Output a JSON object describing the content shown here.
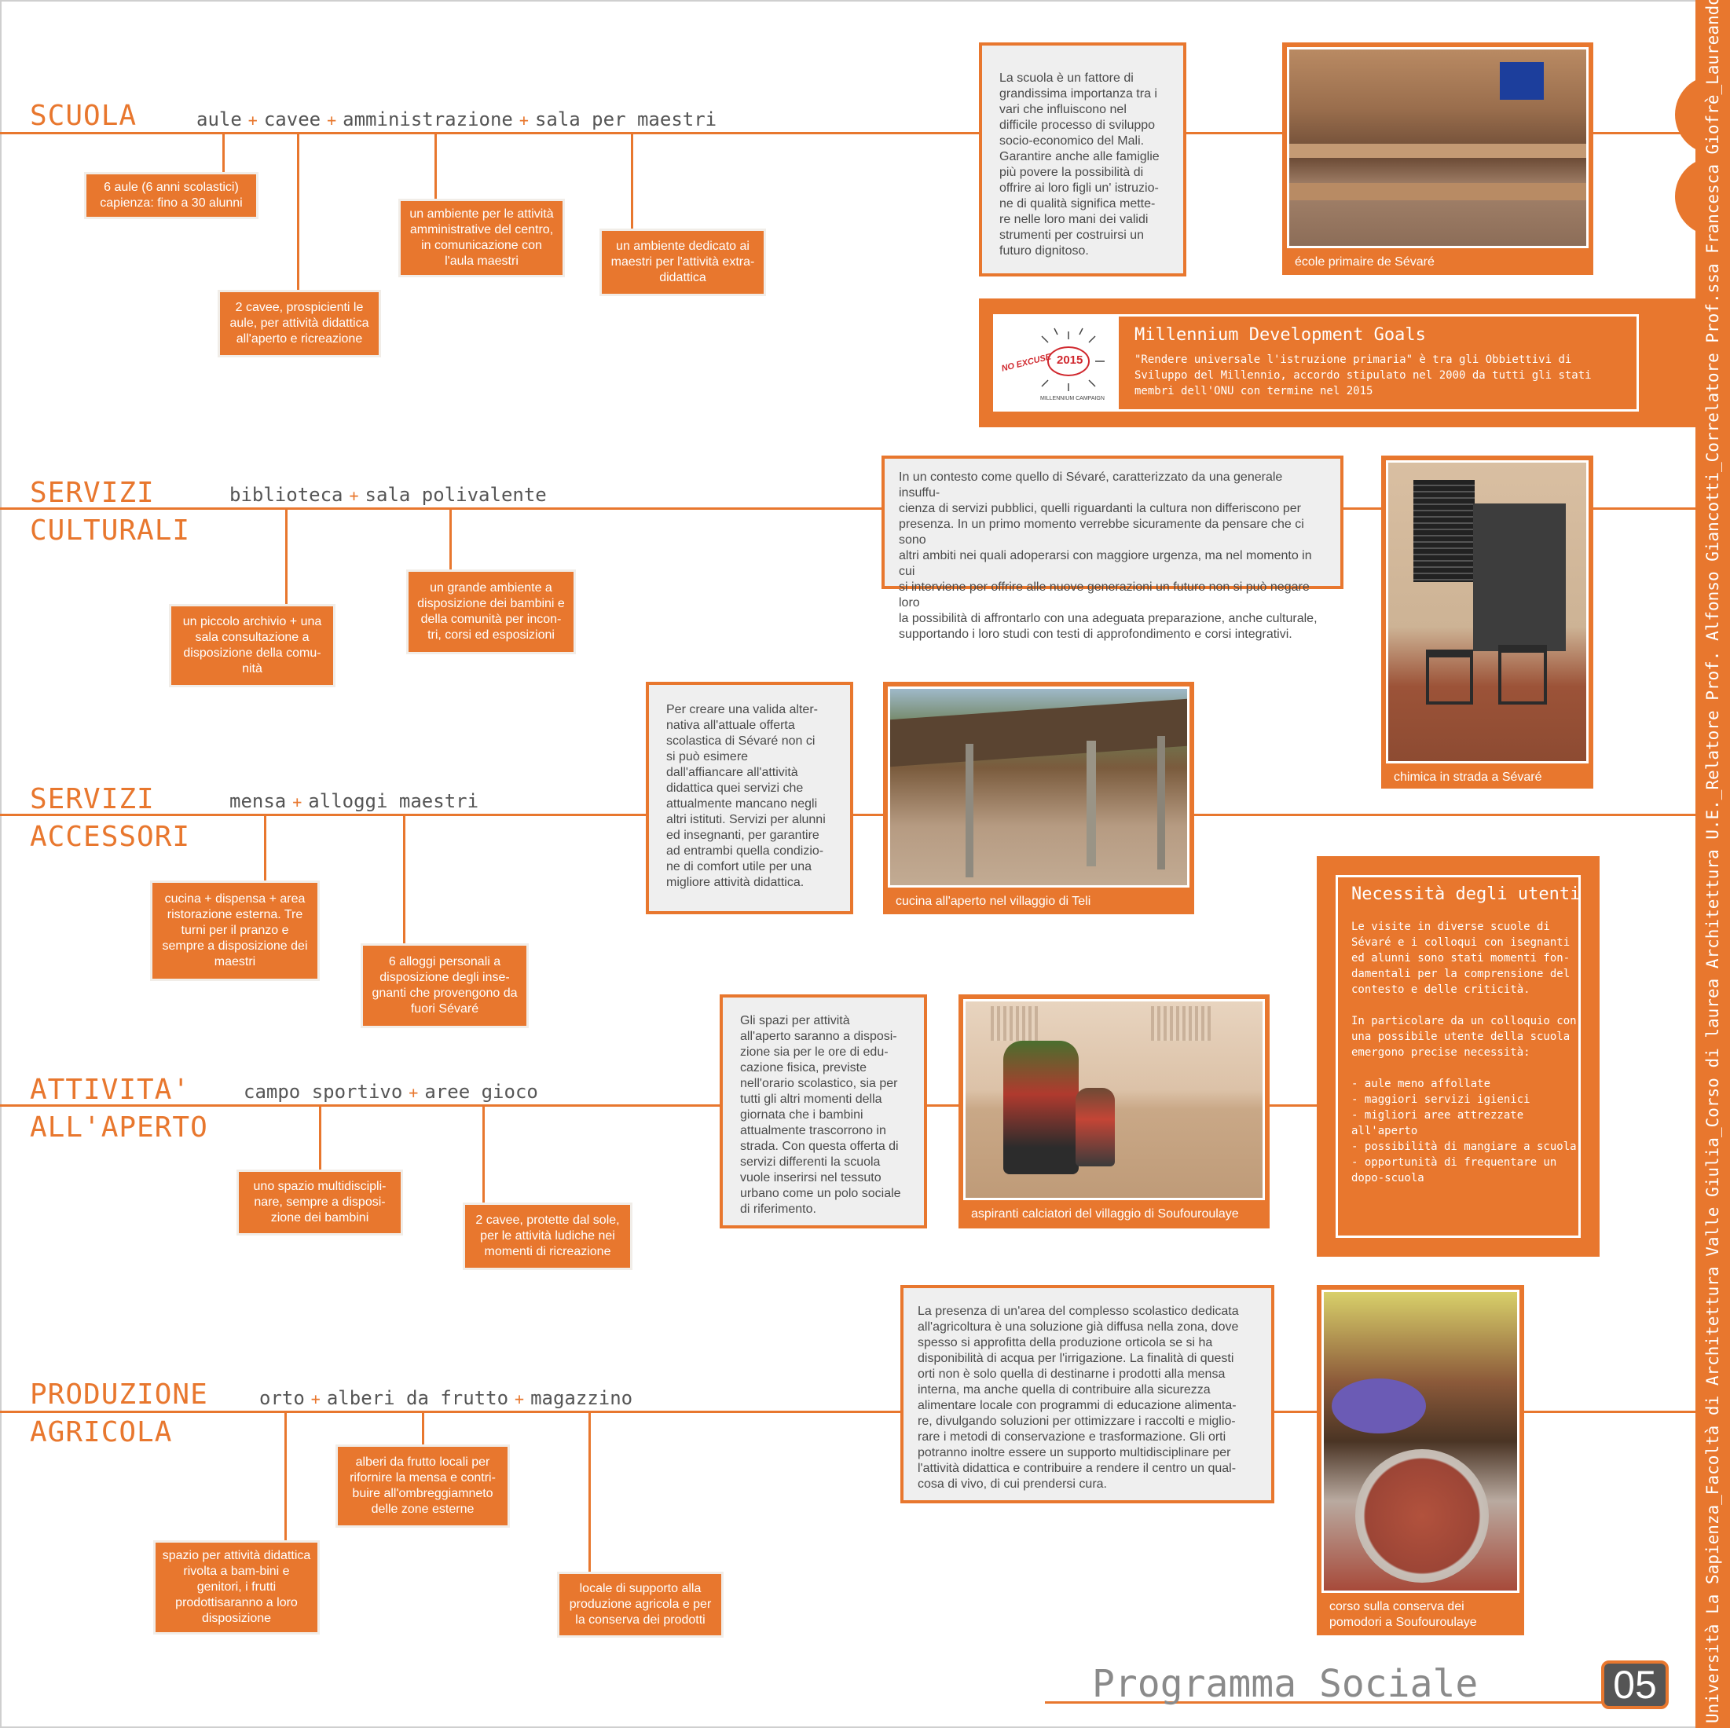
{
  "sidebar": {
    "credits": "Università La Sapienza_Facoltà di Architettura Valle Giulia_Corso di laurea Architettura U.E._Relatore Prof. Alfonso Giancotti_Correlatore Prof.ssa Francesca Giofrè_Laureando Riccardo Bernaschi"
  },
  "footer": {
    "title": "Programma Sociale",
    "page_number": "05"
  },
  "sections": {
    "scuola": {
      "title": "SCUOLA",
      "elements": [
        "aule",
        "cavee",
        "amministrazione",
        "sala per maestri"
      ],
      "notes": [
        "6 aule (6 anni scolastici)\ncapienza: fino a 30 alunni",
        "2 cavee, prospicienti le aule, per attività didattica all'aperto e ricreazione",
        "un ambiente per le attività amministrative del centro, in comunicazione con l'aula maestri",
        "un ambiente dedicato ai maestri per l'attività extra-didattica"
      ],
      "text": "La scuola è un fattore di\ngrandissima importanza tra i\nvari che influiscono nel\ndifficile processo di sviluppo\nsocio-economico del Mali.\nGarantire anche alle famiglie\npiù povere la possibilità di\noffrire ai loro figli un' istruzio-\nne di qualità significa mette-\nre nelle loro mani dei validi\nstrumenti per costruirsi un\nfuturo dignitoso.",
      "photo_caption": "école primaire de Sévaré"
    },
    "mdg": {
      "title": "Millennium Development Goals",
      "text": "\"Rendere universale l'istruzione primaria\" è tra gli Obbiettivi di Sviluppo del Millennio, accordo stipulato nel 2000 da tutti gli stati membri dell'ONU con termine nel 2015",
      "logo_main": "NO EXCUSE",
      "logo_year": "2015",
      "logo_sub": "MILLENNIUM CAMPAIGN"
    },
    "culturali": {
      "title": "SERVIZI\nCULTURALI",
      "elements": [
        "biblioteca",
        "sala polivalente"
      ],
      "notes": [
        "un piccolo archivio + una sala consultazione a disposizione della comu-nità",
        "un grande ambiente a disposizione dei bambini e della comunità per incon-tri, corsi ed esposizioni"
      ],
      "text": "In un contesto come quello di Sévaré, caratterizzato da una generale insuffu-\ncienza di servizi pubblici, quelli riguardanti la cultura non differiscono per\npresenza. In un primo momento verrebbe sicuramente da pensare che ci sono\naltri ambiti nei quali adoperarsi con maggiore urgenza, ma nel momento in cui\nsi interviene per offrire alle nuove generazioni un futuro non si può negare loro\nla possibilità di affrontarlo con una adeguata preparazione, anche culturale,\nsupportando i loro studi con testi di approfondimento e corsi integrativi.",
      "photo_caption": "chimica in strada a Sévaré"
    },
    "accessori": {
      "title": "SERVIZI\nACCESSORI",
      "elements": [
        "mensa",
        "alloggi maestri"
      ],
      "notes": [
        "cucina + dispensa + area ristorazione esterna. Tre turni per il pranzo e sempre a disposizione dei maestri",
        "6 alloggi personali a disposizione degli inse-gnanti che provengono da fuori Sévaré"
      ],
      "text": "Per creare una valida alter-\nnativa all'attuale offerta\nscolastica di Sévaré non ci\nsi può esimere\ndall'affiancare all'attività\ndidattica quei servizi che\nattualmente mancano negli\naltri istituti. Servizi per alunni\ned insegnanti, per garantire\nad entrambi quella condizio-\nne di comfort utile per una\nmigliore attività didattica.",
      "photo_caption": "cucina all'aperto nel villaggio di Teli"
    },
    "aperto": {
      "title": "ATTIVITA'\nALL'APERTO",
      "elements": [
        "campo sportivo",
        "aree gioco"
      ],
      "notes": [
        "uno spazio multidiscipli-nare, sempre a disposi-zione dei bambini",
        "2 cavee, protette dal sole, per le attività ludiche nei momenti di ricreazione"
      ],
      "text": "Gli spazi per attività\nall'aperto saranno a disposi-\nzione sia per le ore di edu-\ncazione fisica, previste\nnell'orario scolastico, sia per\ntutti gli altri momenti della\ngiornata che i bambini\nattualmente trascorrono in\nstrada. Con questa offerta di\nservizi differenti la scuola\nvuole inserirsi nel tessuto\nurbano come un polo sociale\ndi riferimento.",
      "photo_caption": "aspiranti calciatori del villaggio di Soufouroulaye"
    },
    "necessita": {
      "title": "Necessità degli utenti",
      "text": "Le visite in diverse scuole di\nSévaré e i colloqui con isegnanti\ned alunni sono stati momenti fon-\ndamentali per la comprensione del\ncontesto e delle criticità.\n\nIn particolare da un colloquio con\nuna possibile utente della scuola\nemergono precise necessità:\n\n- aule meno affollate\n- maggiori servizi igienici\n- migliori aree attrezzate\nall'aperto\n- possibilità di mangiare a scuola\n- opportunità di frequentare un\ndopo-scuola"
    },
    "agricola": {
      "title": "PRODUZIONE\nAGRICOLA",
      "elements": [
        "orto",
        "alberi da frutto",
        "magazzino"
      ],
      "notes": [
        "spazio per attività didattica rivolta a bam-bini e genitori, i frutti prodottisaranno a loro disposizione",
        "alberi da frutto locali per rifornire la mensa e contri-buire all'ombreggiamneto delle zone esterne",
        "locale di supporto alla produzione agricola e per la conserva dei prodotti"
      ],
      "text": "La presenza di un'area del complesso scolastico dedicata\nall'agricoltura è una soluzione già diffusa nella zona, dove\nspesso si approfitta della produzione orticola se si ha\ndisponibilità di acqua per l'irrigazione. La finalità di questi\norti non è solo quella di destinarne i prodotti alla mensa\ninterna, ma anche quella di contribuire alla sicurezza\nalimentare locale con programmi di educazione alimenta-\nre, divulgando soluzioni per ottimizzare i raccolti e miglio-\nrare i metodi di conservazione e trasformazione. Gli orti\npotranno inoltre essere un supporto multidisciplinare per\nl'attività didattica e contribuire a rendere il centro un qual-\ncosa di vivo, di cui prendersi cura.",
      "photo_caption": "corso sulla conserva dei\npomodori a Soufouroulaye"
    }
  },
  "colors": {
    "accent": "#e8772e",
    "gray_box": "#efefef",
    "text": "#4a4a4a"
  },
  "icons": [
    "no-excuse-2015-logo"
  ]
}
